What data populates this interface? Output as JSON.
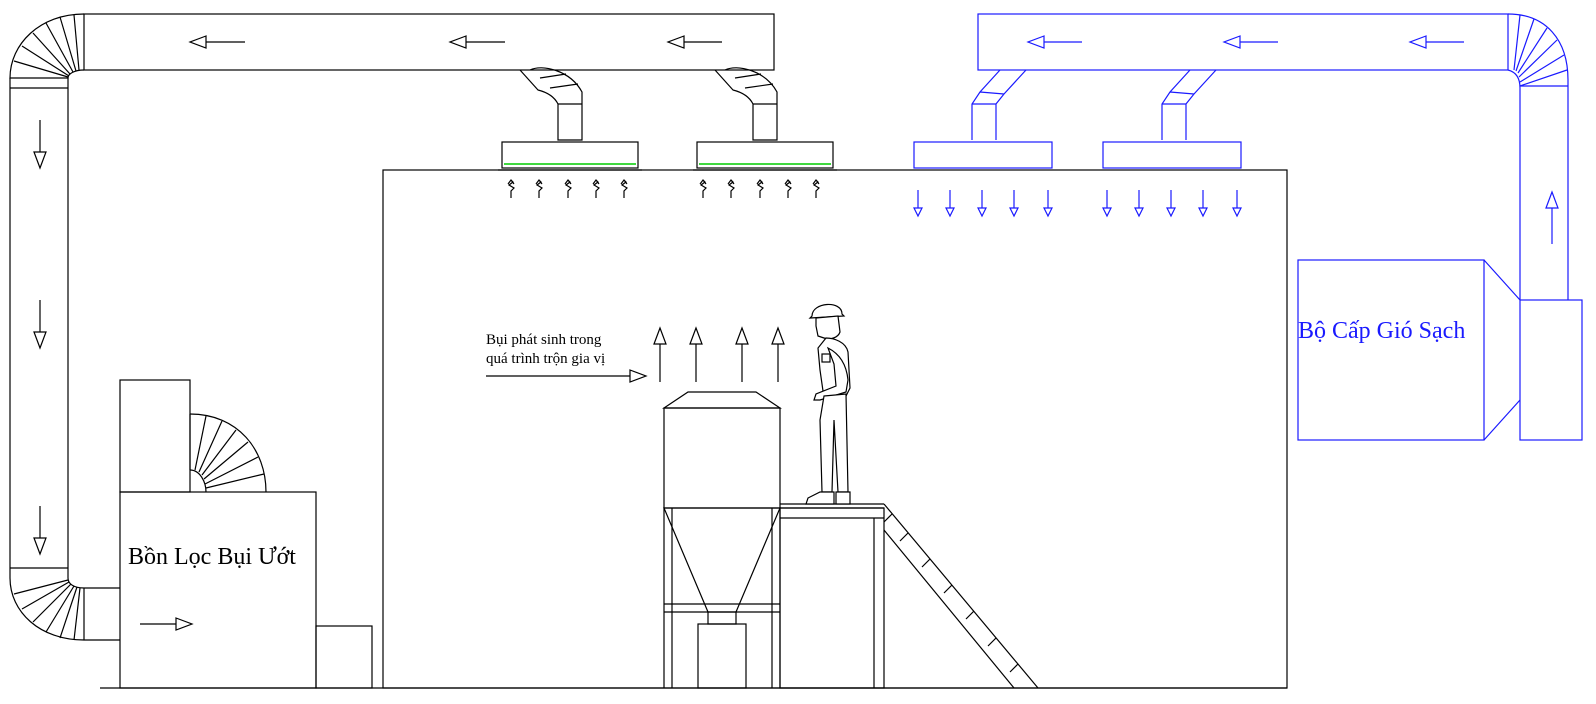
{
  "labels": {
    "wet_filter": "Bồn Lọc Bụi Ướt",
    "clean_air_unit": "Bộ Cấp Gió Sạch",
    "dust_line1": "Bụi phát sinh trong",
    "dust_line2": "quá trình trộn gia vị"
  },
  "colors": {
    "exhaust": "#000000",
    "clean_air": "#1a1aff",
    "filter_strip": "#00cc00"
  },
  "icons": [
    "flow-arrow",
    "person-worker-icon",
    "hard-hat-icon"
  ]
}
